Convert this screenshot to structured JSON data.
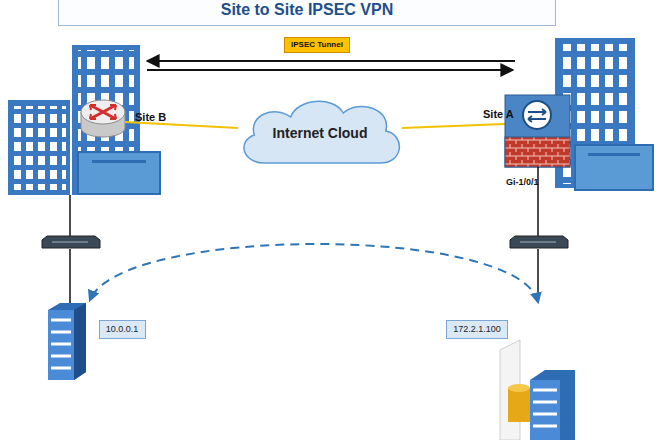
{
  "diagram": {
    "title": "Site to Site IPSEC VPN",
    "nodes": [
      {
        "text": [
          "IPSEC Tunnel"
        ]
      },
      {
        "text": [
          "Internet Cloud"
        ]
      },
      {
        "text": [
          "10.0.0.1"
        ]
      },
      {
        "text": [
          "172.2.1.100"
        ]
      }
    ],
    "labels": [
      "Site B",
      "Site A",
      "Gi-1/0/1"
    ]
  }
}
